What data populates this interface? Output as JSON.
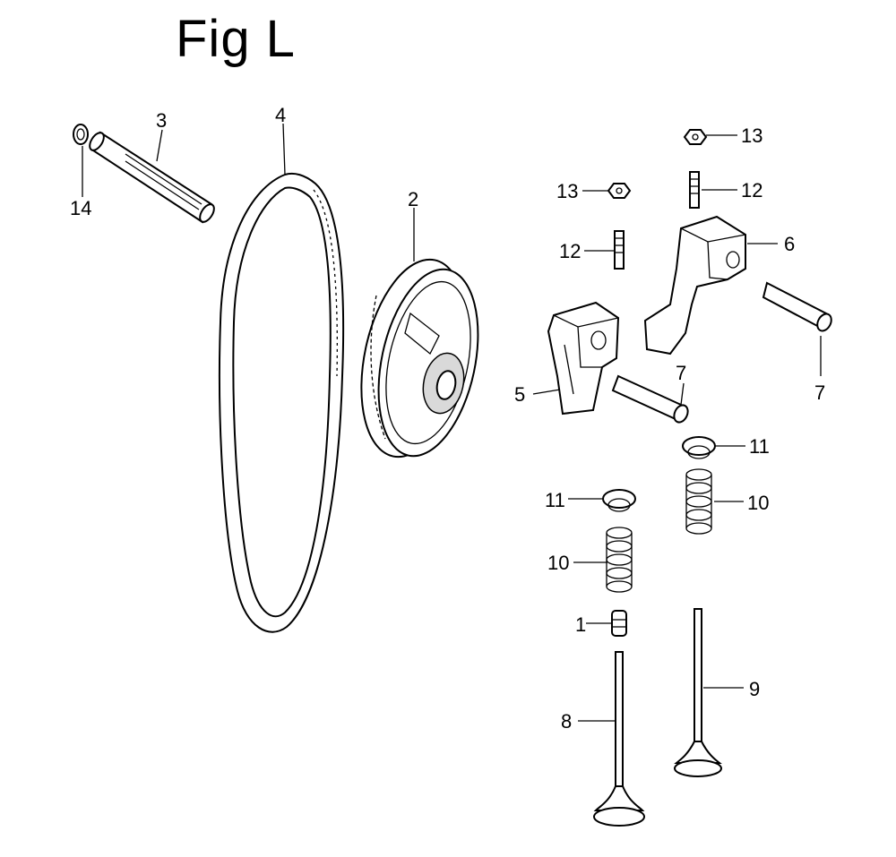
{
  "figure": {
    "title": "Fig L"
  },
  "labels": {
    "p1": "1",
    "p2": "2",
    "p3": "3",
    "p4": "4",
    "p5": "5",
    "p6": "6",
    "p7a": "7",
    "p7b": "7",
    "p8": "8",
    "p9": "9",
    "p10a": "10",
    "p10b": "10",
    "p11a": "11",
    "p11b": "11",
    "p12a": "12",
    "p12b": "12",
    "p13a": "13",
    "p13b": "13",
    "p14": "14"
  }
}
